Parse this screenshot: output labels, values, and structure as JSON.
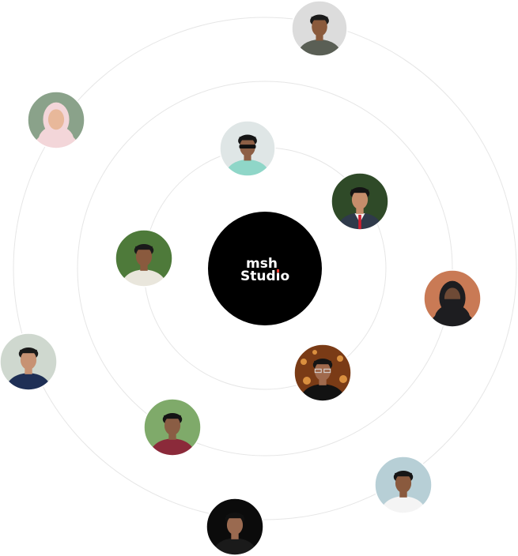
{
  "logo": {
    "line1": "msh",
    "line2": "Studio"
  },
  "colors": {
    "background": "#ffffff",
    "ring": "#e6e6e6",
    "logo_disc": "#000000",
    "logo_text": "#ffffff",
    "logo_accent": "#ff3b30"
  },
  "avatars": [
    {
      "name": "avatar-top",
      "bg": "#dcdcdc",
      "skin": "#8a5a3c",
      "hair": "#1a1a1a",
      "shirt": "#5a5f55",
      "accent": "#bdbdbd"
    },
    {
      "name": "avatar-hijab-pink",
      "bg": "#8aa28a",
      "skin": "#e8b89a",
      "hair": "#f3d6d9",
      "shirt": "#f3d6d9",
      "accent": "#f3d6d9",
      "style": "hijab"
    },
    {
      "name": "avatar-sunglasses",
      "bg": "#dfe6e6",
      "skin": "#8d5f45",
      "hair": "#151515",
      "shirt": "#8fd6c8",
      "accent": "#111111",
      "style": "glasses"
    },
    {
      "name": "avatar-suit-red-tie",
      "bg": "#2f4a28",
      "skin": "#c58d6b",
      "hair": "#141414",
      "shirt": "#2f3a4a",
      "accent": "#d01f2f",
      "style": "tie"
    },
    {
      "name": "avatar-green-bg",
      "bg": "#4e7a3a",
      "skin": "#8a5a3e",
      "hair": "#1a1a1a",
      "shirt": "#e9e6dc",
      "accent": "#e9e6dc"
    },
    {
      "name": "avatar-niqab",
      "bg": "#c97a55",
      "skin": "#6e4a36",
      "hair": "#1d1d20",
      "shirt": "#1d1d20",
      "accent": "#1d1d20",
      "style": "niqab"
    },
    {
      "name": "avatar-bokeh",
      "bg": "#7a3b16",
      "skin": "#a06a4d",
      "hair": "#151515",
      "shirt": "#121212",
      "accent": "#f2a64a",
      "style": "glasses-clear"
    },
    {
      "name": "avatar-blazer-left",
      "bg": "#cfd8cf",
      "skin": "#c79273",
      "hair": "#1a1a1a",
      "shirt": "#1e2f55",
      "accent": "#f0f0f0"
    },
    {
      "name": "avatar-plaid",
      "bg": "#7faa6a",
      "skin": "#8a5d44",
      "hair": "#141414",
      "shirt": "#8b2a3a",
      "accent": "#d7d0c0"
    },
    {
      "name": "avatar-white-tee",
      "bg": "#b7cfd6",
      "skin": "#8a5a3e",
      "hair": "#161616",
      "shirt": "#f4f4f4",
      "accent": "#2a2a2a"
    },
    {
      "name": "avatar-bottom-dark",
      "bg": "#0b0b0b",
      "skin": "#9a6a50",
      "hair": "#101010",
      "shirt": "#1a1a1a",
      "accent": "#202020"
    }
  ]
}
